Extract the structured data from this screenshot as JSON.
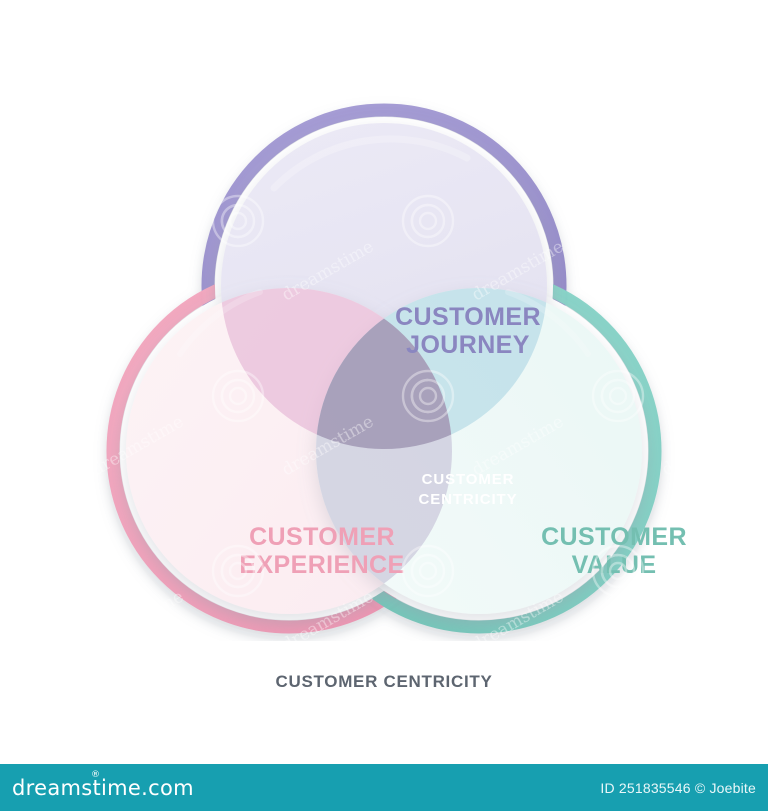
{
  "diagram": {
    "title": "CUSTOMER CENTRICITY",
    "type": "3-circle venn",
    "center_label": "CUSTOMER CENTRICITY",
    "circles": [
      {
        "id": "journey",
        "label_line1": "CUSTOMER",
        "label_line2": "JOURNEY",
        "ring_color": "#9b92cc",
        "fill_color": "#e8e7f2",
        "text_color": "#8a86c0",
        "position": "top"
      },
      {
        "id": "experience",
        "label_line1": "CUSTOMER",
        "label_line2": "EXPERIENCE",
        "ring_color": "#f0a2bb",
        "fill_color": "#fcf0f3",
        "text_color": "#efa0b6",
        "position": "bottom-left"
      },
      {
        "id": "value",
        "label_line1": "CUSTOMER",
        "label_line2": "VALUE",
        "ring_color": "#7fcfc4",
        "fill_color": "#eef8f7",
        "text_color": "#74bfb1",
        "position": "bottom-right"
      }
    ],
    "center_text_line1": "CUSTOMER",
    "center_text_line2": "CENTRICITY",
    "center_text_color": "#ffffff",
    "caption": "CUSTOMER CENTRICITY",
    "caption_color": "#5d6570",
    "background_color": "#ffffff"
  },
  "watermark": {
    "text": "dreamstime"
  },
  "footer": {
    "logo": "dreamstime.com",
    "registered_mark": "®",
    "credit": "ID 251835546 © Joebite",
    "bar_color": "#179fb0"
  }
}
